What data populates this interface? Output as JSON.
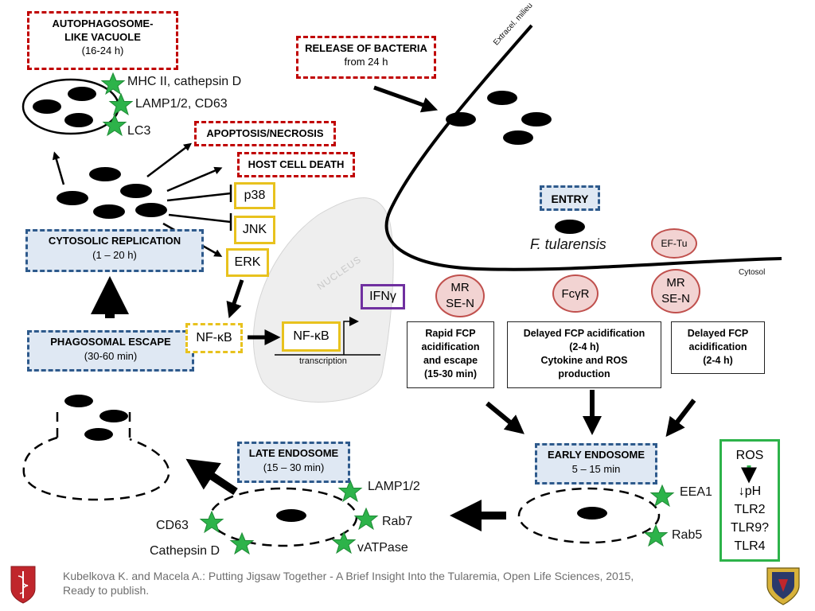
{
  "boxes": {
    "autophagosome_title": "AUTOPHAGOSOME-LIKE VACUOLE",
    "autophagosome_time": "(16-24 h)",
    "release_title": "RELEASE OF BACTERIA",
    "release_time": "from 24 h",
    "apoptosis": "APOPTOSIS/NECROSIS",
    "host_death": "HOST CELL DEATH",
    "cytosolic_title": "CYTOSOLIC REPLICATION",
    "cytosolic_time": "(1 – 20 h)",
    "phagosomal_title": "PHAGOSOMAL ESCAPE",
    "phagosomal_time": "(30-60 min)",
    "entry": "ENTRY",
    "late_endosome_title": "LATE ENDOSOME",
    "late_endosome_time": "(15 – 30 min)",
    "early_endosome_title": "EARLY ENDOSOME",
    "early_endosome_time": "5 – 15 min"
  },
  "kinases": {
    "p38": "p38",
    "jnk": "JNK",
    "erk": "ERK"
  },
  "nfkb": {
    "cytosol": "NF-κB",
    "nucleus": "NF-κB",
    "ifn": "IFNγ",
    "transcription": "transcription",
    "nucleus_label": "NUCLEUS"
  },
  "markers": {
    "mhc": "MHC II, cathepsin D",
    "lamp_cd63": "LAMP1/2, CD63",
    "lc3": "LC3",
    "late_lamp": "LAMP1/2",
    "late_rab7": "Rab7",
    "late_vatpase": "vATPase",
    "late_cd63": "CD63",
    "late_cathepsin": "Cathepsin D",
    "early_eea1": "EEA1",
    "early_rab5": "Rab5"
  },
  "membrane": {
    "extracellular": "Extracel. milieu",
    "cytosol": "Cytosol"
  },
  "bacterium": "F. tularensis",
  "receptors": {
    "eftu": "EF-Tu",
    "mr1_a": "MR",
    "mr1_b": "SE-N",
    "fcgr": "FcγR",
    "mr2_a": "MR",
    "mr2_b": "SE-N"
  },
  "pathways": {
    "rapid": [
      "Rapid FCP",
      "acidification",
      "and escape",
      "(15-30 min)"
    ],
    "delayed1": [
      "Delayed FCP acidification",
      "(2-4 h)",
      "Cytokine and ROS",
      "production"
    ],
    "delayed2": [
      "Delayed FCP",
      "acidification",
      "(2-4 h)"
    ]
  },
  "ros_box": {
    "ros": "ROS",
    "ph": "↓pH",
    "tlr2": "TLR2",
    "tlr9": "TLR9?",
    "tlr4": "TLR4"
  },
  "citation": {
    "line1": "Kubelkova K. and Macela A.: Putting Jigsaw Together - A Brief Insight Into the Tularemia, Open Life Sciences, 2015,",
    "line2": "Ready to publish."
  },
  "colors": {
    "red": "#c00000",
    "blue": "#2e5a8c",
    "yellow": "#e8c21e",
    "green": "#2db34a",
    "purple": "#7030a0",
    "receptor": "#f2d3d2"
  }
}
